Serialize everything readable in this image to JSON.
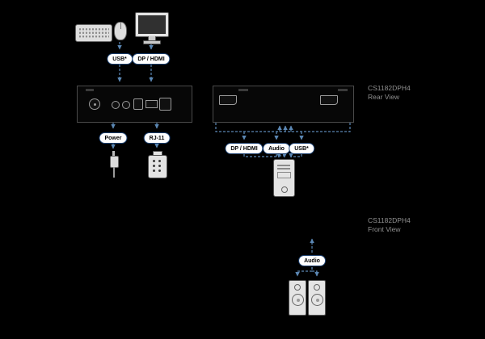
{
  "colors": {
    "background": "#000000",
    "wire_line": "#5b87b3",
    "pill_bg": "#ffffff",
    "pill_border": "#1c3f6e",
    "pill_text": "#000000",
    "label_text": "#909090",
    "panel_border": "#4a4a4a"
  },
  "console": {
    "usb_pill": "USB*",
    "video_pill": "DP / HDMI"
  },
  "rear": {
    "model": "CS1182DPH4",
    "view": "Rear View",
    "power_pill": "Power",
    "rj11_pill": "RJ-11",
    "video_pill": "DP / HDMI",
    "audio_pill": "Audio",
    "usb_pill": "USB*"
  },
  "front": {
    "model": "CS1182DPH4",
    "view": "Front View",
    "audio_pill": "Audio"
  },
  "icons": {
    "keyboard": "keyboard-icon",
    "mouse": "mouse-icon",
    "monitor": "monitor-icon",
    "power_adapter": "power-adapter-icon",
    "rj11_plug": "rj11-connector-icon",
    "computer": "computer-tower-icon",
    "speaker_left": "speaker-left-icon",
    "speaker_right": "speaker-right-icon"
  }
}
